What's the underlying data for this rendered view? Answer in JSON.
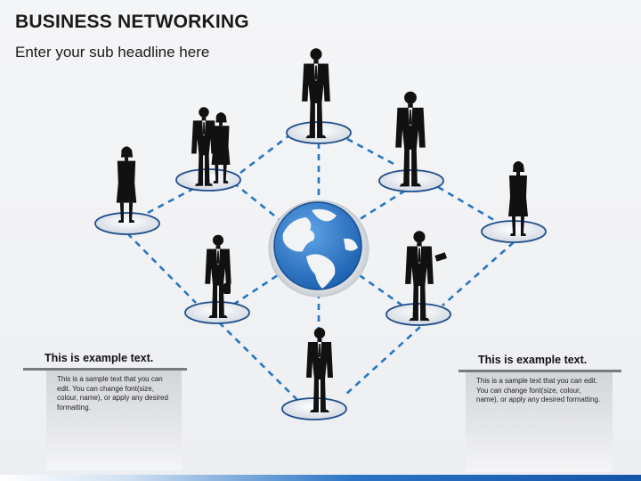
{
  "slide": {
    "title": "BUSINESS NETWORKING",
    "subtitle": "Enter your sub headline here"
  },
  "colors": {
    "connector": "#2477c2",
    "globe": "#2a7bd0",
    "silhouette": "#111111",
    "platform_fill": "#dde3ea",
    "platform_stroke": "#1f4e8c"
  },
  "icons": {
    "center": "globe-icon",
    "figures": "person-silhouette-icon"
  },
  "text_boxes": {
    "left": {
      "heading": "This is example text.",
      "body": "This is a sample text that you can edit. You can change font(size, colour, name), or apply any desired formatting."
    },
    "right": {
      "heading": "This is example text.",
      "body": "This is a sample text that you can edit. You can change font(size, colour, name), or apply any desired formatting."
    }
  }
}
